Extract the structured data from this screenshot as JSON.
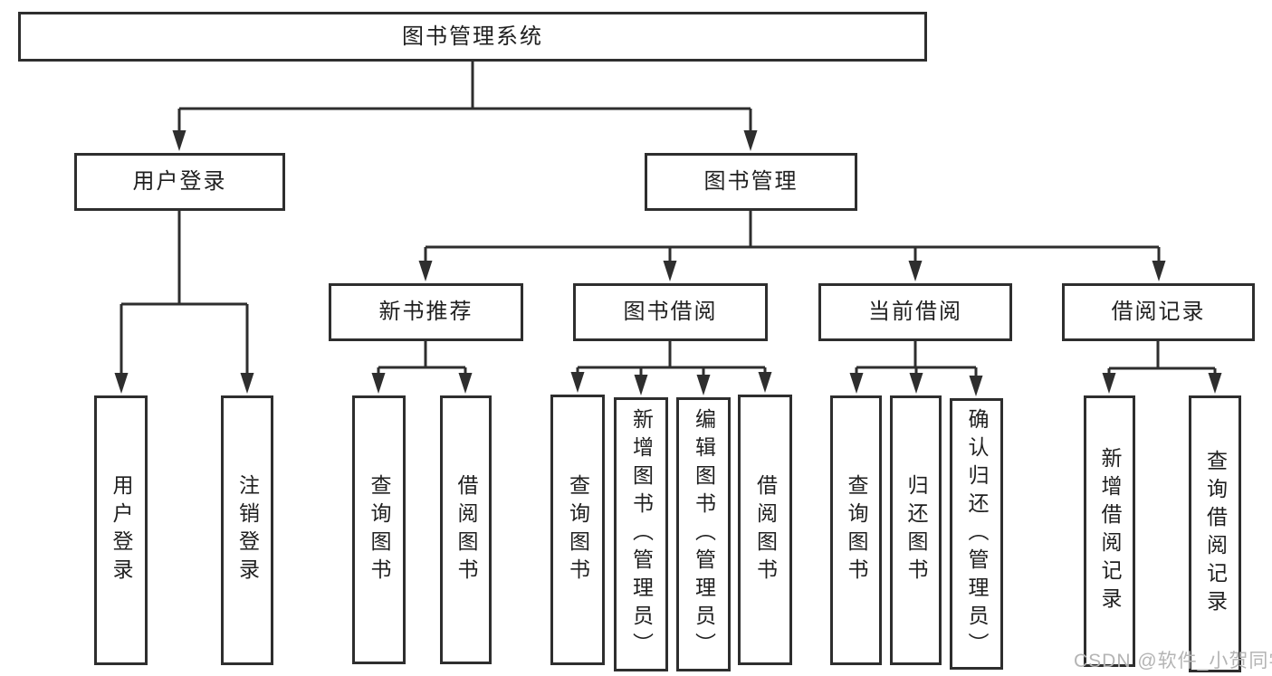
{
  "colors": {
    "line": "#2e2e2e",
    "text": "#1f1f1f",
    "watermark": "#b4b4b4",
    "background": "#ffffff"
  },
  "nodes": {
    "root": "图书管理系统",
    "level2": {
      "user_login": "用户登录",
      "book_mgmt": "图书管理"
    },
    "level3": {
      "new_books": "新书推荐",
      "book_borrow": "图书借阅",
      "current_borrow": "当前借阅",
      "borrow_records": "借阅记录"
    },
    "leaves": {
      "login": [
        "用户登录",
        "注销登录"
      ],
      "new_books": [
        "查询图书",
        "借阅图书"
      ],
      "book_borrow": [
        "查询图书",
        "新增图书（管理员）",
        "编辑图书（管理员）",
        "借阅图书"
      ],
      "current_borrow": [
        "查询图书",
        "归还图书",
        "确认归还（管理员）"
      ],
      "borrow_records": [
        "新增借阅记录",
        "查询借阅记录"
      ]
    }
  },
  "watermark": "CSDN @软件_小贺同学"
}
